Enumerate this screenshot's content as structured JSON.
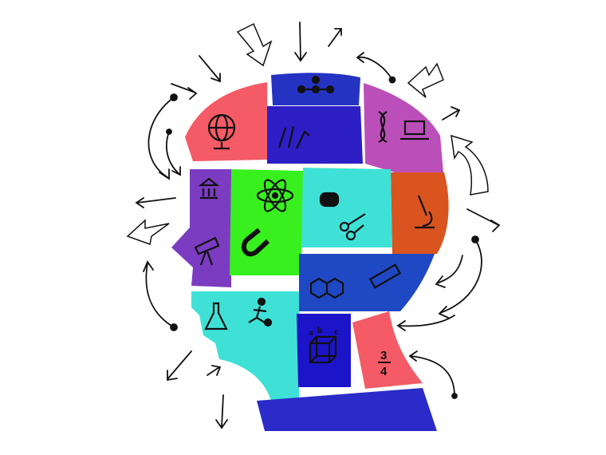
{
  "illustration": {
    "cube_labels": [
      "a",
      "b",
      "c"
    ],
    "fraction": {
      "numerator": "3",
      "denominator": "4"
    },
    "colors": {
      "red": "#f45b66",
      "blue_top": "#2533c2",
      "indigo": "#2d1ec6",
      "purple": "#bb4fb9",
      "orange": "#d9541f",
      "violet": "#7b3cc1",
      "green": "#37f01e",
      "cyan": "#3fe1d7",
      "blue_mid": "#1f48c5",
      "navy": "#1c14c8",
      "base": "#2a2bc8"
    }
  }
}
